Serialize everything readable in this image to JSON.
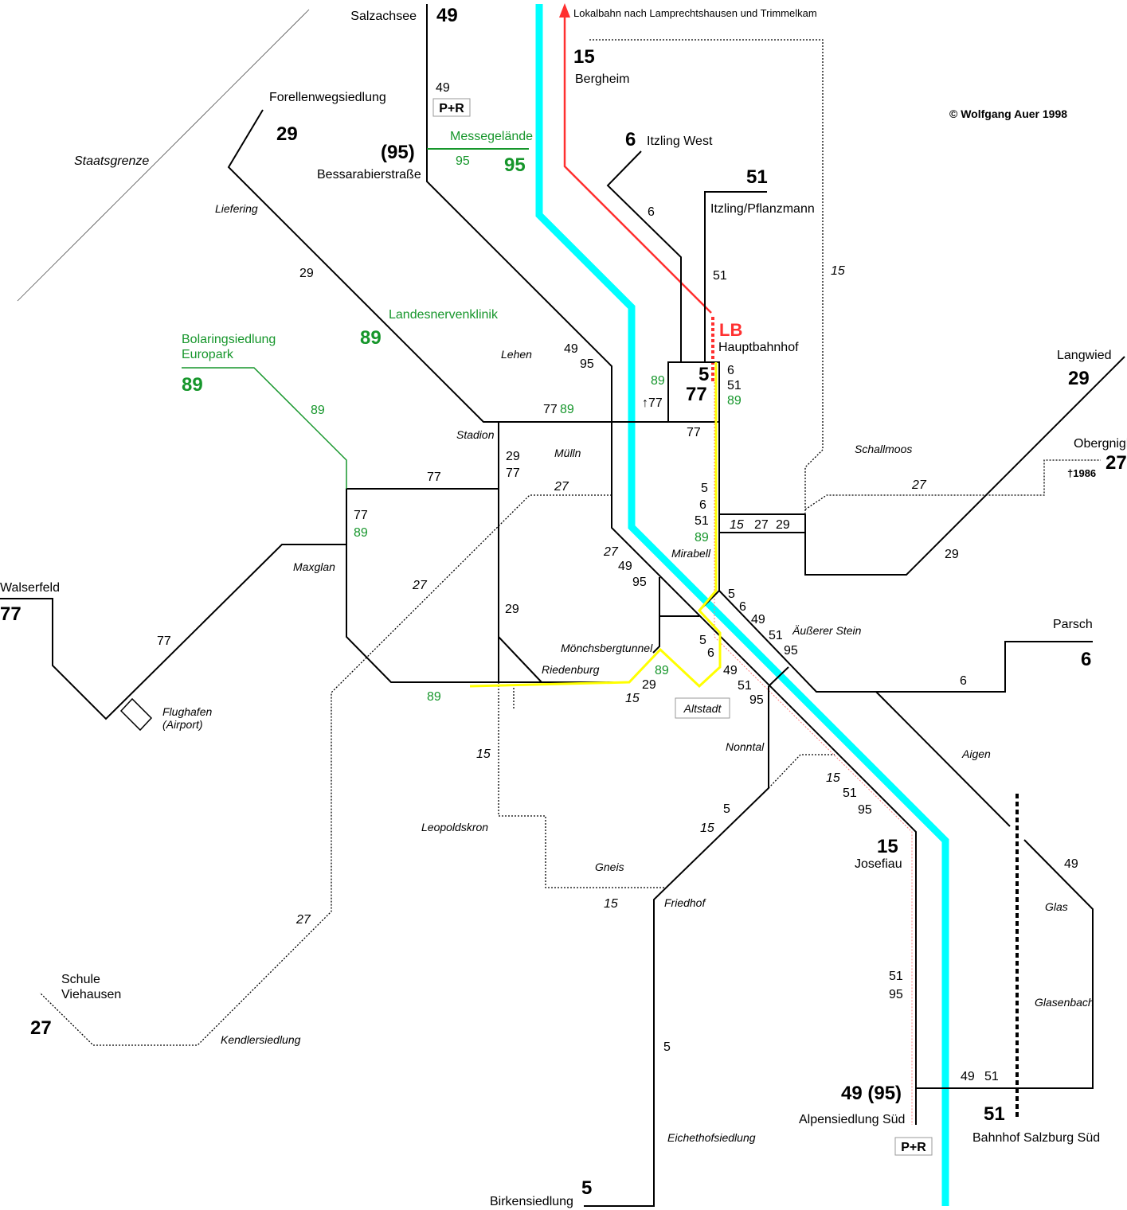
{
  "credit": "© Wolfgang Auer 1998",
  "lokalbahn": "Lokalbahn nach Lamprechtshausen und Trimmelkam",
  "lb": "LB",
  "park_ride": "P+R",
  "colors": {
    "river": "#00ffff",
    "lokalbahn": "#ff3030",
    "line_89": "#16962b",
    "yellow_route": "#ffff00",
    "lines": "#000000"
  },
  "stops": {
    "salzachsee": "Salzachsee",
    "forellenweg": "Forellenwegsiedlung",
    "bessarabier": "Bessarabierstraße",
    "messe": "Messegelände",
    "staatsgrenze": "Staatsgrenze",
    "bergheim": "Bergheim",
    "itzling_west": "Itzling West",
    "itzling_pf": "Itzling/Pflanzmann",
    "hauptbahnhof": "Hauptbahnhof",
    "landesnerven": "Landesnervenklinik",
    "bolaring": "Bolaringsiedlung",
    "europark": "Europark",
    "langwied": "Langwied",
    "obergnigl": "Obergnigl",
    "obergnigl_note": "†1986",
    "walserfeld": "Walserfeld",
    "parsch": "Parsch",
    "flughafen": "Flughafen",
    "airport": "(Airport)",
    "josefiau": "Josefiau",
    "schule": "Schule",
    "viehausen": "Viehausen",
    "alpensiedlung": "Alpensiedlung Süd",
    "bahnhof_sued": "Bahnhof Salzburg Süd",
    "birkensiedlung": "Birkensiedlung"
  },
  "districts": {
    "liefering": "Liefering",
    "lehen": "Lehen",
    "stadion": "Stadion",
    "muelln": "Mülln",
    "schallmoos": "Schallmoos",
    "maxglan": "Maxglan",
    "mirabell": "Mirabell",
    "aeusserer_stein": "Äußerer Stein",
    "moenchsberg": "Mönchsbergtunnel",
    "riedenburg": "Riedenburg",
    "altstadt": "Altstadt",
    "nonntal": "Nonntal",
    "aigen": "Aigen",
    "leopoldskron": "Leopoldskron",
    "gneis": "Gneis",
    "friedhof": "Friedhof",
    "glas": "Glas",
    "glasenbach": "Glasenbach",
    "kendler": "Kendlersiedlung",
    "eichethof": "Eichethofsiedlung"
  },
  "terminal_numbers": [
    "49",
    "29",
    "(95)",
    "95",
    "15",
    "6",
    "51",
    "89",
    "89",
    "5",
    "77",
    "29",
    "27",
    "77",
    "6",
    "15",
    "27",
    "49 (95)",
    "51",
    "5"
  ],
  "line_labels": [
    "49",
    "95",
    "6",
    "51",
    "15",
    "29",
    "89",
    "49",
    "95",
    "89",
    "↑77",
    "6",
    "51",
    "89",
    "77",
    "89",
    "77",
    "29",
    "77",
    "77",
    "27",
    "5",
    "6",
    "51",
    "89",
    "15",
    "27",
    "29",
    "27",
    "29",
    "77",
    "89",
    "27",
    "27",
    "49",
    "95",
    "29",
    "77",
    "5",
    "6",
    "49",
    "51",
    "95",
    "5",
    "6",
    "89",
    "49",
    "29",
    "51",
    "15",
    "95",
    "89",
    "6",
    "15",
    "15",
    "51",
    "95",
    "5",
    "15",
    "49",
    "15",
    "27",
    "51",
    "95",
    "5",
    "49",
    "51"
  ]
}
